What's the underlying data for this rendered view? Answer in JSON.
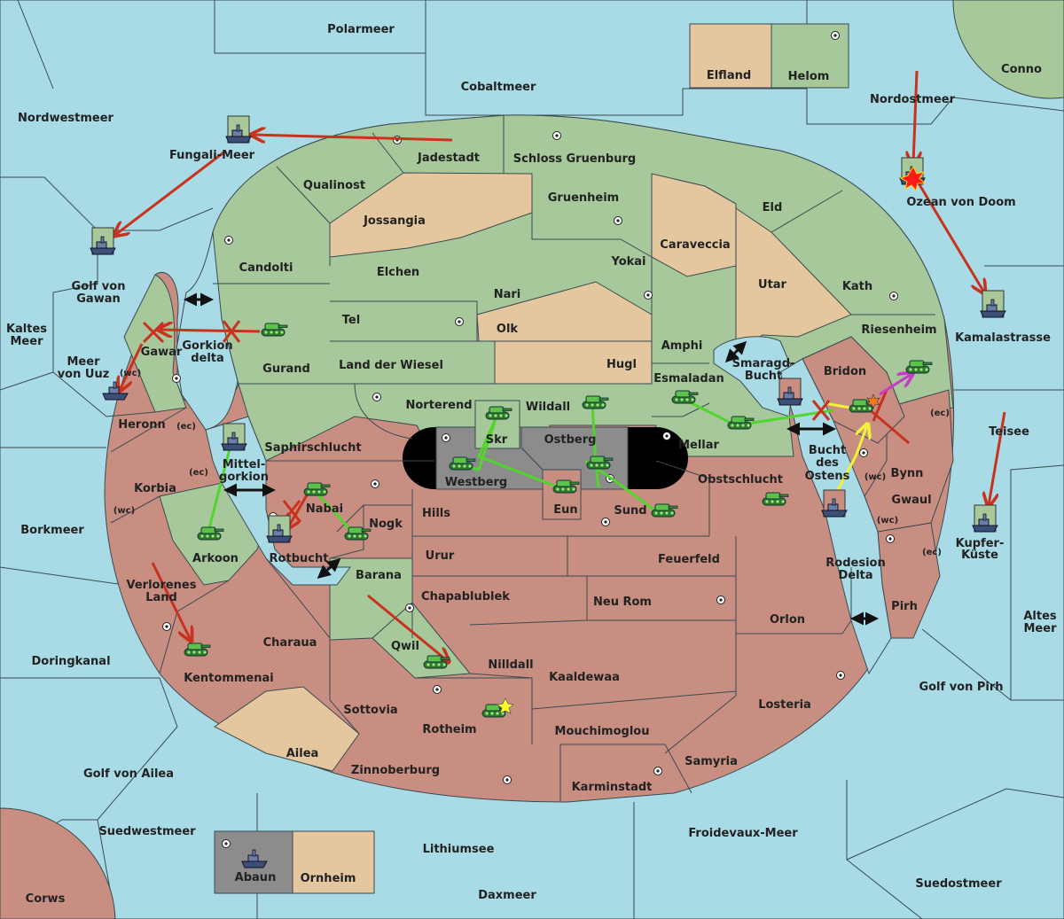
{
  "colors": {
    "sea": "#a8dbe6",
    "land_green": "#a6c89a",
    "land_red": "#c88e82",
    "land_tan": "#e4c79f",
    "impassable": "#8c8c8c",
    "order_red": "#c8321e",
    "order_green": "#52d52c",
    "order_yellow": "#f2f23a",
    "order_pink": "#c83ac8"
  },
  "icons": {
    "army": "tank-icon",
    "fleet": "ship-icon",
    "supply_center": "supply-center-dot-icon",
    "dislodged_marker": "explosion-icon",
    "build_marker": "star-icon",
    "failed_order": "x-cross-icon",
    "convoy_link": "double-arrow-icon"
  },
  "regions": {
    "polarmeer": "Polarmeer",
    "cobaltmeer": "Cobaltmeer",
    "nordwestmeer": "Nordwestmeer",
    "nordostmeer": "Nordostmeer",
    "conno": "Conno",
    "elfland": "Elfland",
    "helom": "Helom",
    "fungali_meer": "Fungali-Meer",
    "jadestadt": "Jadestadt",
    "schloss_gruenburg": "Schloss Gruenburg",
    "qualinost": "Qualinost",
    "gruenheim": "Gruenheim",
    "eld": "Eld",
    "ozean_von_doom": "Ozean von Doom",
    "jossangia": "Jossangia",
    "caraveccia": "Caraveccia",
    "candolti": "Candolti",
    "yokai": "Yokai",
    "utar": "Utar",
    "kath": "Kath",
    "elchen": "Elchen",
    "nari": "Nari",
    "golf_von_gawan_1": "Golf von",
    "golf_von_gawan_2": "Gawan",
    "kamalastrasse": "Kamalastrasse",
    "tel": "Tel",
    "olk": "Olk",
    "amphi": "Amphi",
    "riesenheim": "Riesenheim",
    "kaltes_meer_1": "Kaltes",
    "kaltes_meer_2": "Meer",
    "gawar": "Gawar",
    "gorkion_delta_1": "Gorkion",
    "gorkion_delta_2": "delta",
    "gurand": "Gurand",
    "land_der_wiesel": "Land der Wiesel",
    "hugl": "Hugl",
    "smaragd_bucht_1": "Smaragd-",
    "smaragd_bucht_2": "Bucht",
    "meer_von_uuz_1": "Meer",
    "meer_von_uuz_2": "von Uuz",
    "wc": "(wc)",
    "ec": "(ec)",
    "bridon": "Bridon",
    "esmaladan": "Esmaladan",
    "norterend": "Norterend",
    "wildall": "Wildall",
    "heronn": "Heronn",
    "teisee": "Teisee",
    "skr": "Skr",
    "ostberg": "Ostberg",
    "mellar": "Mellar",
    "saphirschlucht": "Saphirschlucht",
    "bucht_des_ostens_1": "Bucht",
    "bucht_des_ostens_2": "des",
    "bucht_des_ostens_3": "Ostens",
    "mittel_gorkion_1": "Mittel-",
    "mittel_gorkion_2": "gorkion",
    "bynn": "Bynn",
    "korbia": "Korbia",
    "westberg": "Westberg",
    "obstschlucht": "Obstschlucht",
    "gwaul": "Gwaul",
    "eun": "Eun",
    "sund": "Sund",
    "nabai": "Nabai",
    "hills": "Hills",
    "nogk": "Nogk",
    "kupfer_kueste_1": "Kupfer-",
    "kupfer_kueste_2": "Küste",
    "borkmeer": "Borkmeer",
    "arkoon": "Arkoon",
    "rotbucht": "Rotbucht",
    "urur": "Urur",
    "feuerfeld": "Feuerfeld",
    "rodesion_delta_1": "Rodesion",
    "rodesion_delta_2": "Delta",
    "barana": "Barana",
    "verlorenes_land_1": "Verlorenes",
    "verlorenes_land_2": "Land",
    "chapablublek": "Chapablublek",
    "neu_rom": "Neu Rom",
    "pirh": "Pirh",
    "altes_meer_1": "Altes",
    "altes_meer_2": "Meer",
    "orlon": "Orlon",
    "charaua": "Charaua",
    "qwil": "Qwil",
    "doringkanal": "Doringkanal",
    "nilldall": "Nilldall",
    "kentommenai": "Kentommenai",
    "kaaldewaa": "Kaaldewaa",
    "golf_von_pirh": "Golf von Pirh",
    "sottovia": "Sottovia",
    "losteria": "Losteria",
    "rotheim": "Rotheim",
    "mouchimoglou": "Mouchimoglou",
    "ailea": "Ailea",
    "samyria": "Samyria",
    "golf_von_ailea": "Golf von Ailea",
    "zinnoberburg": "Zinnoberburg",
    "karminstadt": "Karminstadt",
    "suedwestmeer": "Suedwestmeer",
    "froidevaux_meer": "Froidevaux-Meer",
    "lithiumsee": "Lithiumsee",
    "abaun": "Abaun",
    "ornheim": "Ornheim",
    "suedostmeer": "Suedostmeer",
    "corws": "Corws",
    "daxmeer": "Daxmeer"
  }
}
